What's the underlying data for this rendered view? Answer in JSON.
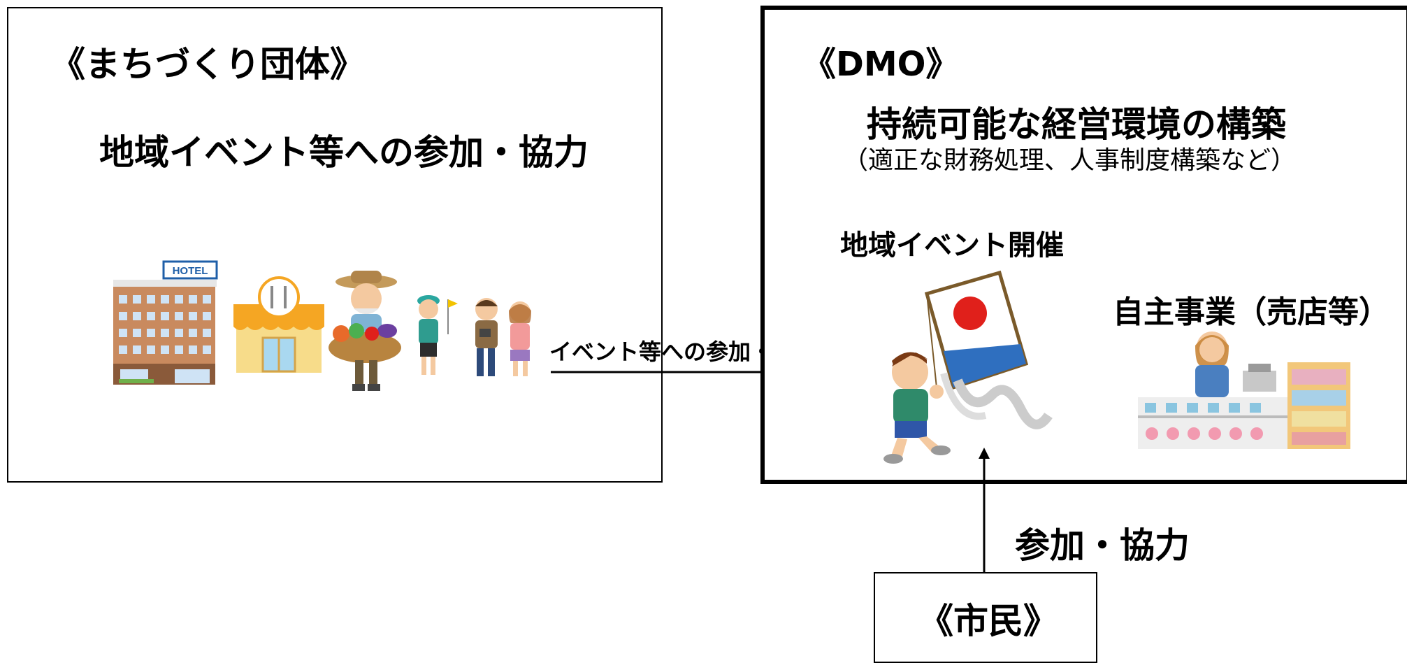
{
  "left_box": {
    "title": "《まちづくり団体》",
    "heading": "地域イベント等への参加・協力",
    "illustrations": [
      "hotel-icon",
      "restaurant-icon",
      "farmer-icon",
      "tour-guide-icon",
      "tourists-icon"
    ],
    "hotel_sign": "HOTEL"
  },
  "arrow_left": {
    "label": "イベント等への参加・協力"
  },
  "dmo_box": {
    "title": "《DMO》",
    "heading": "持続可能な経営環境の構築",
    "subheading": "（適正な財務処理、人事制度構築など）",
    "event_label": "地域イベント開催",
    "business_label": "自主事業（売店等）",
    "illustrations": [
      "kite-boy-icon",
      "shop-clerk-icon"
    ]
  },
  "arrow_citizen": {
    "label": "参加・協力"
  },
  "citizen_box": {
    "title": "《市民》"
  },
  "colors": {
    "line": "#000000",
    "hotel": "#c98a5e",
    "awning": "#f5a623",
    "flag": "#e0201b",
    "kite_band": "#2f6fbf"
  }
}
